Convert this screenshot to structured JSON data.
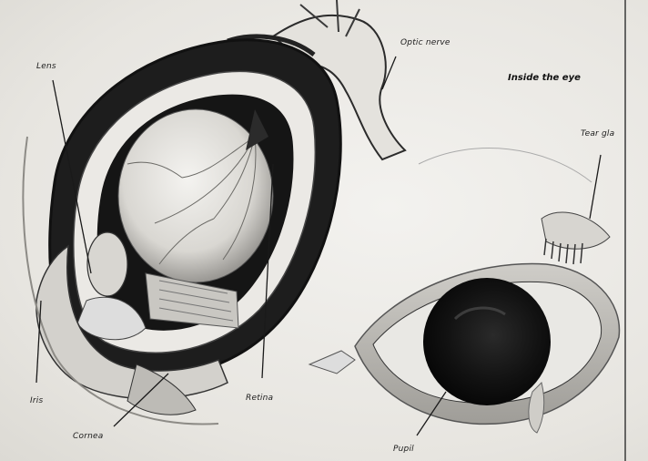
{
  "title": "Inside the eye",
  "labels": {
    "lens": "Lens",
    "optic_nerve": "Optic nerve",
    "tear_gland": "Tear gla",
    "iris": "Iris",
    "cornea": "Cornea",
    "retina": "Retina",
    "pupil": "Pupil"
  }
}
